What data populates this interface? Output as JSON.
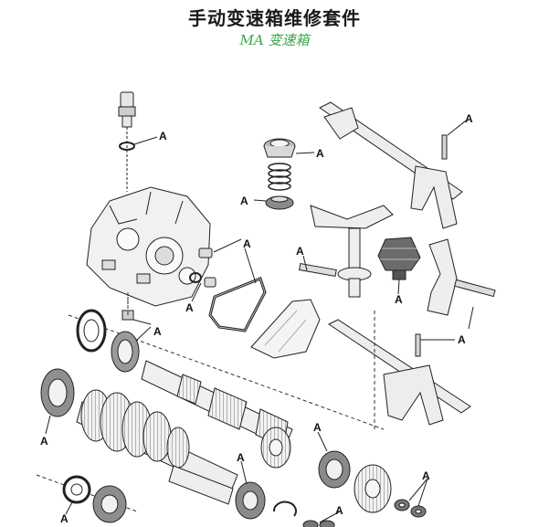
{
  "header": {
    "title": "手动变速箱维修套件",
    "subtitle": "MA 变速箱"
  },
  "diagram": {
    "callout_letter": "A",
    "colors": {
      "line": "#222222",
      "part_fill": "#e8e8e8",
      "part_dark": "#555555",
      "seal_ring": "#8a8a8a",
      "title_text": "#1a1a1a",
      "subtitle_text": "#3aa84a"
    }
  }
}
